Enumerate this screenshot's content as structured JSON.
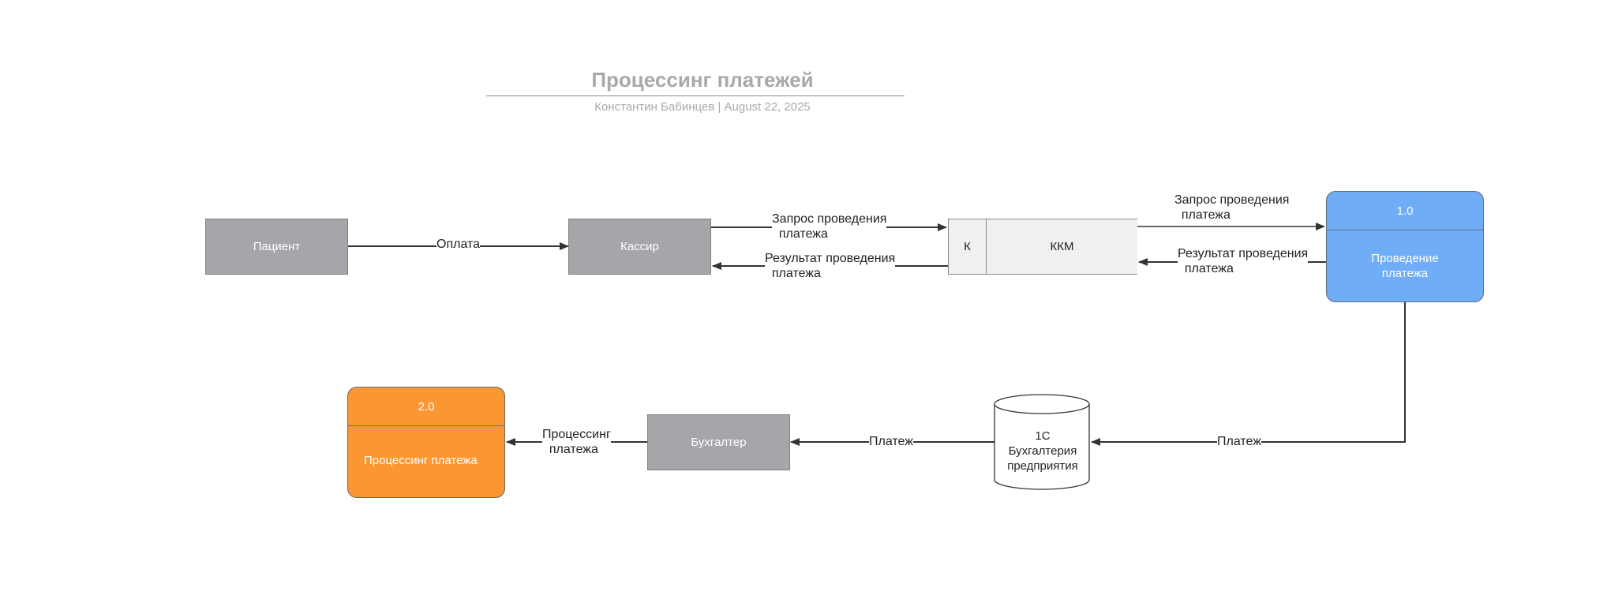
{
  "header": {
    "title": "Процессинг платежей",
    "subtitle": "Константин Бабинцев  |  August 22, 2025"
  },
  "entities": {
    "patient": "Пациент",
    "cashier": "Кассир",
    "accountant": "Бухгалтер"
  },
  "data_store": {
    "id": "К",
    "name": "ККМ"
  },
  "processes": {
    "p1": {
      "number": "1.0",
      "name": "Проведение\nплатежа",
      "color": "#6fadf7"
    },
    "p2": {
      "number": "2.0",
      "name": "Процессинг платежа",
      "color": "#fb9732"
    }
  },
  "database": {
    "label": "1С\nБухгалтерия\nпредприятия"
  },
  "flows": {
    "payment": "Оплата",
    "request_1": "Запрос проведения\n  платежа",
    "result_1": "Результат проведения\n  платежа",
    "request_2": "Запрос проведения\n  платежа",
    "result_2": "Результат проведения\n  платежа",
    "payment_p1_db": "Платеж",
    "payment_db_acc": "Платеж",
    "processing": "Процессинг\n  платежа"
  }
}
